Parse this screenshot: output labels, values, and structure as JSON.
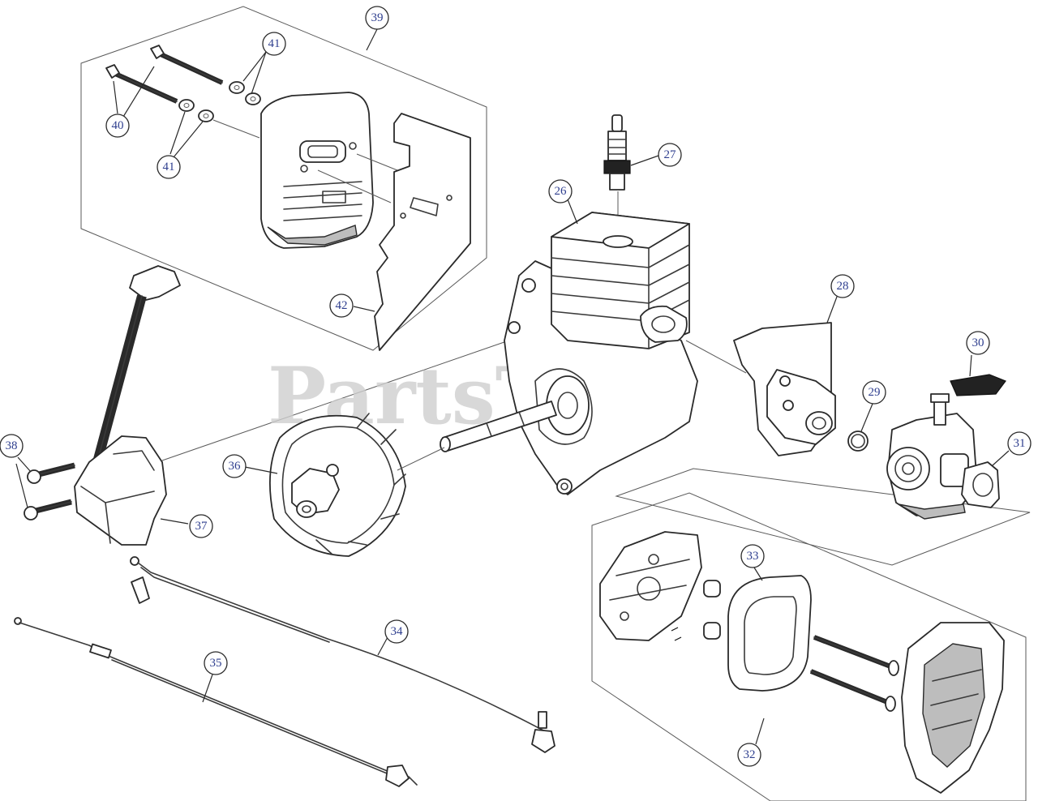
{
  "watermark": "PartsTree",
  "callouts": [
    {
      "id": "39",
      "label": "39"
    },
    {
      "id": "41a",
      "label": "41"
    },
    {
      "id": "40",
      "label": "40"
    },
    {
      "id": "41b",
      "label": "41"
    },
    {
      "id": "42",
      "label": "42"
    },
    {
      "id": "27",
      "label": "27"
    },
    {
      "id": "26",
      "label": "26"
    },
    {
      "id": "28",
      "label": "28"
    },
    {
      "id": "30",
      "label": "30"
    },
    {
      "id": "29",
      "label": "29"
    },
    {
      "id": "31",
      "label": "31"
    },
    {
      "id": "38",
      "label": "38"
    },
    {
      "id": "36",
      "label": "36"
    },
    {
      "id": "37",
      "label": "37"
    },
    {
      "id": "33",
      "label": "33"
    },
    {
      "id": "34",
      "label": "34"
    },
    {
      "id": "35",
      "label": "35"
    },
    {
      "id": "32",
      "label": "32"
    }
  ]
}
